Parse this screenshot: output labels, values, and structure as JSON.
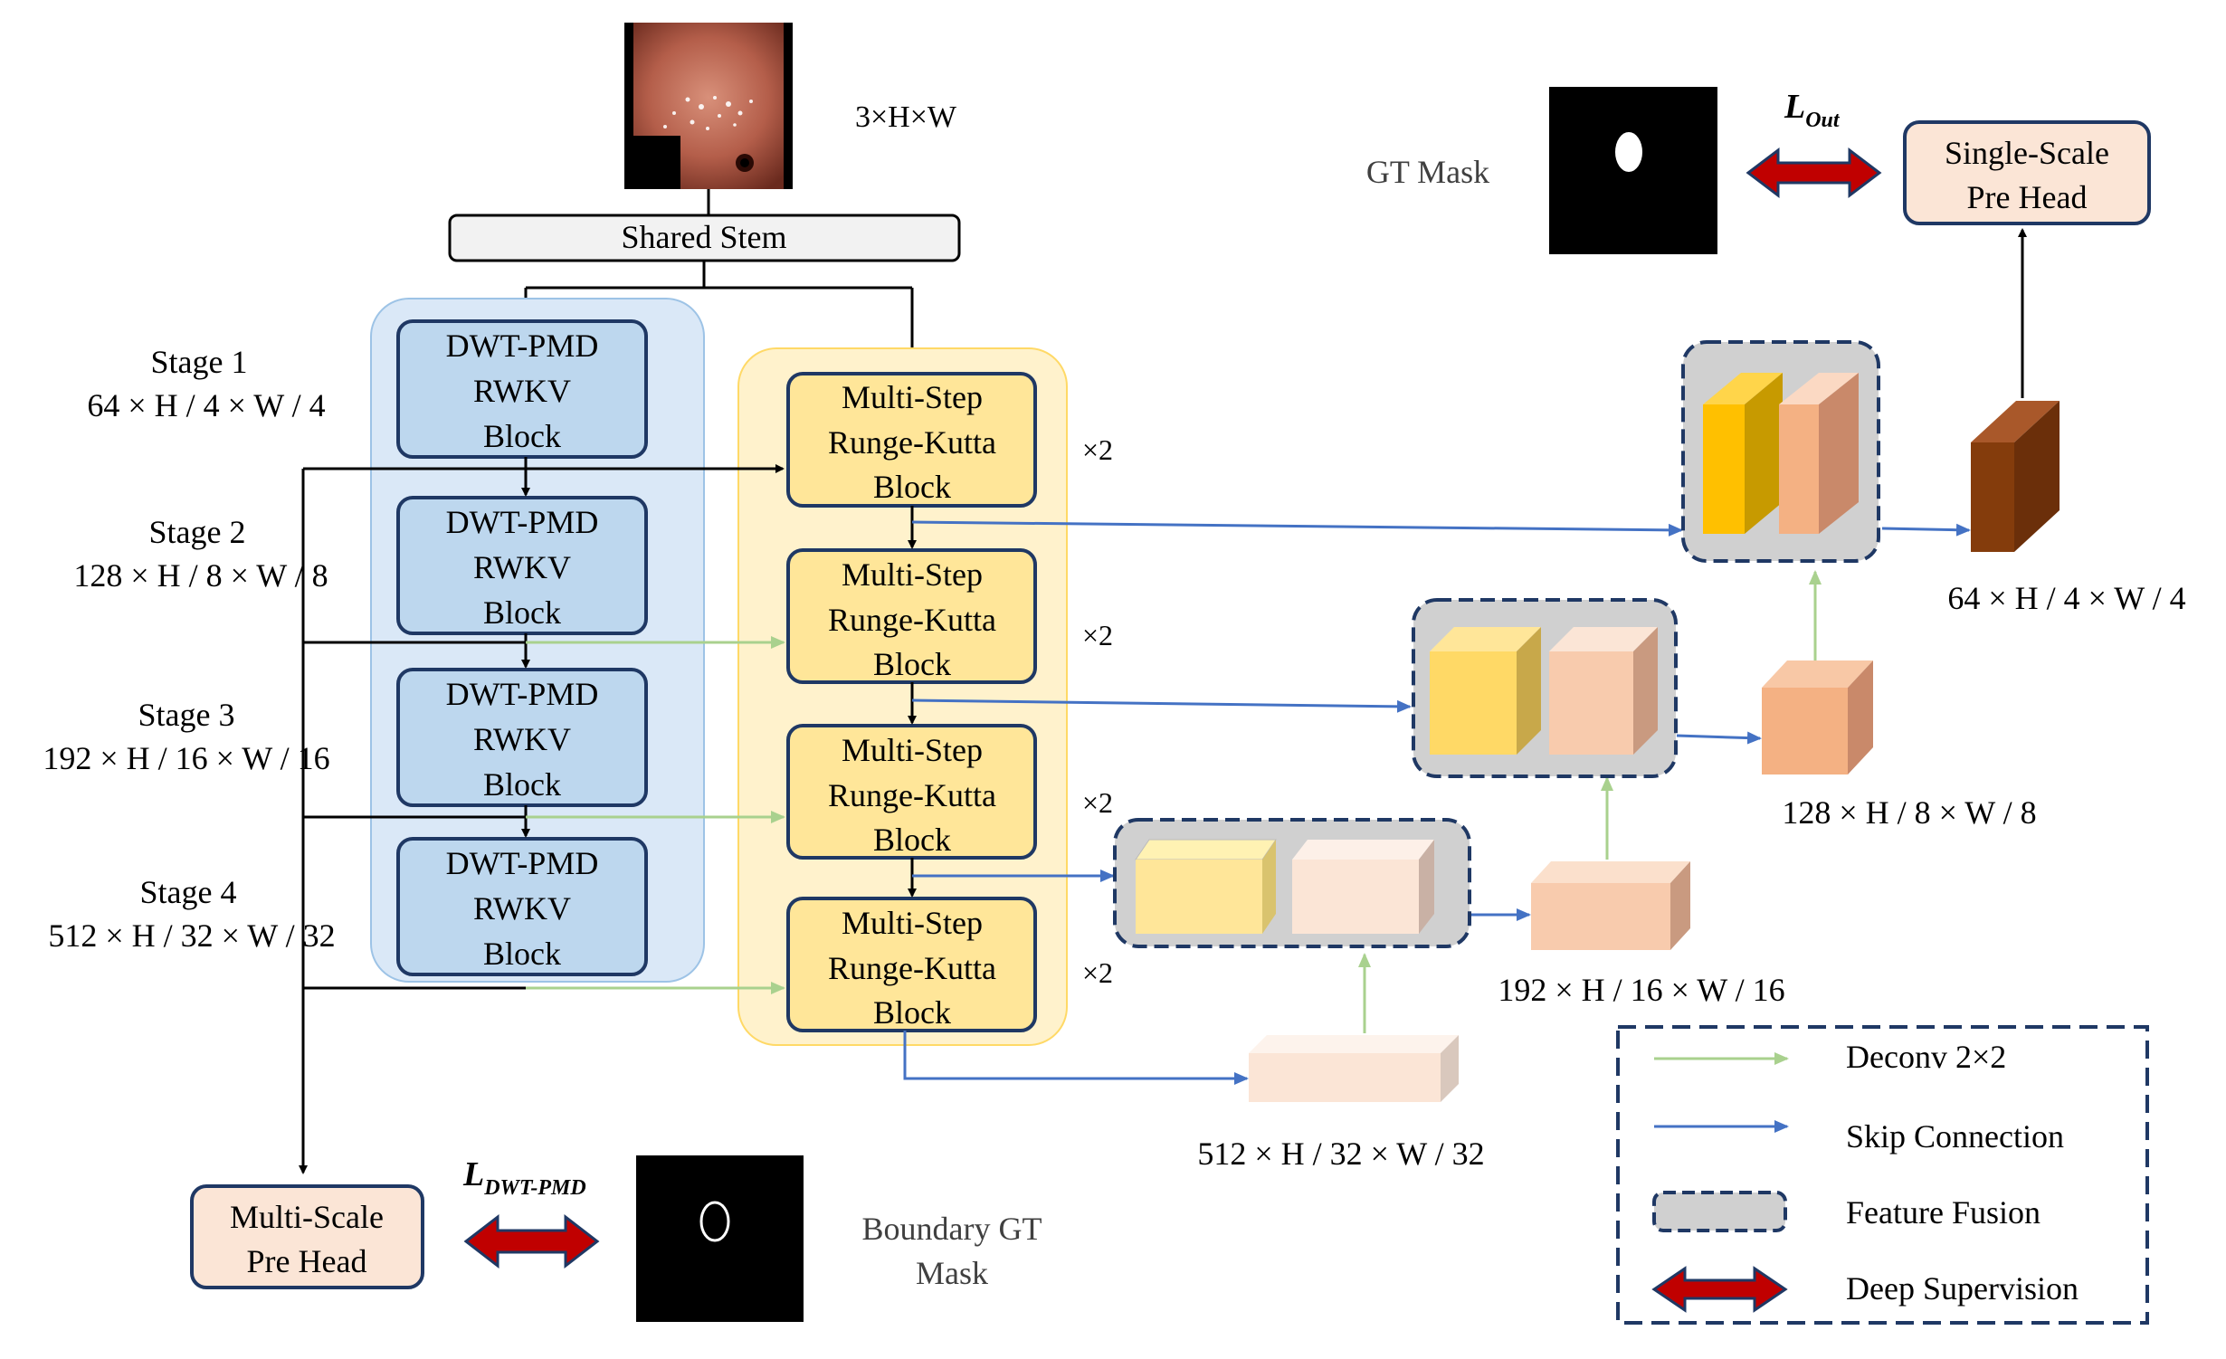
{
  "input": {
    "dims": "3×H×W"
  },
  "stem": {
    "label": "Shared Stem"
  },
  "stages": [
    {
      "name": "Stage 1",
      "dims": "64 × H / 4 × W / 4"
    },
    {
      "name": "Stage 2",
      "dims": "128 × H / 8 × W / 8"
    },
    {
      "name": "Stage 3",
      "dims": "192 × H / 16 × W / 16"
    },
    {
      "name": "Stage 4",
      "dims": "512 × H / 32 × W / 32"
    }
  ],
  "encoder_block": {
    "line1": "DWT-PMD",
    "line2": "RWKV",
    "line3": "Block"
  },
  "rk_block": {
    "line1": "Multi-Step",
    "line2": "Runge-Kutta",
    "line3": "Block",
    "repeat": "×2"
  },
  "decoder_dims": {
    "d512": "512 × H / 32 × W / 32",
    "d192": "192 × H / 16 × W / 16",
    "d128": "128 × H / 8 × W / 8",
    "d64": "64 × H / 4 × W / 4"
  },
  "gt_mask": {
    "label": "GT Mask"
  },
  "loss_out": {
    "main": "L",
    "sub": "Out"
  },
  "single_head": {
    "line1": "Single-Scale",
    "line2": "Pre Head"
  },
  "multi_head": {
    "line1": "Multi-Scale",
    "line2": "Pre Head"
  },
  "loss_dwt": {
    "main": "L",
    "sub": "DWT-PMD"
  },
  "boundary_mask": {
    "line1": "Boundary GT",
    "line2": "Mask"
  },
  "legend": {
    "deconv": "Deconv 2×2",
    "skip": "Skip Connection",
    "fusion": "Feature Fusion",
    "deep": "Deep Supervision"
  },
  "colors": {
    "encoder_fill": "#bdd7ee",
    "rk_fill": "#ffe699",
    "green_arrow": "#a9d18e",
    "blue_arrow": "#4472c4",
    "supervision_red": "#c00000",
    "head_fill": "#fbe5d6"
  }
}
